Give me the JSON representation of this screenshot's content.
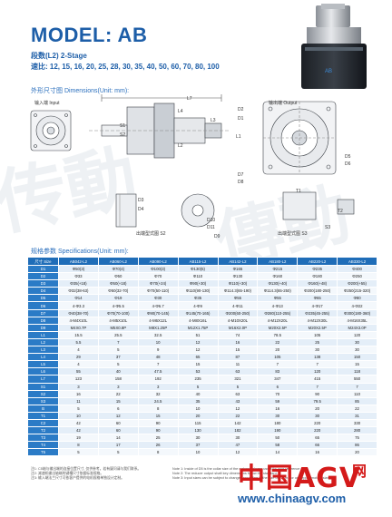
{
  "header": {
    "model_title": "MODEL: AB",
    "stage_line": "段数(L2) 2-Stage",
    "ratio_line": "速比: 12, 15, 16, 20, 25, 28, 30, 35, 40, 50, 60, 70, 80, 100"
  },
  "dimensions": {
    "title": "外形尺寸图 Dimensions(Unit: mm):",
    "input_label": "输入端 Input",
    "output_label": "输出端 Output",
    "labels": [
      "L7",
      "L4",
      "L3",
      "S1",
      "S2",
      "L2",
      "D3",
      "D4",
      "D2",
      "D1",
      "D5",
      "D6",
      "D7",
      "D8",
      "D9",
      "T1",
      "T2",
      "L1",
      "S3",
      "D10",
      "D11"
    ],
    "detail_label_1": "出端型式图 S2",
    "detail_label_2": "出端型式图 S3"
  },
  "specs": {
    "title": "规格参数 Specifications(Unit: mm):",
    "columns": [
      "尺寸 Size",
      "AB042-L2",
      "AB060-L2",
      "AB090-L2",
      "AB115-L2",
      "AB142-L2",
      "AB180-L2",
      "AB220-L2",
      "AB330-L2"
    ],
    "rows": [
      [
        "D1",
        "Φ50(3)",
        "Φ70(4)",
        "Φ100(3)",
        "Φ130(5)",
        "Φ165",
        "Φ215",
        "Φ235",
        "Φ400"
      ],
      [
        "D2",
        "Φ33",
        "Φ50",
        "Φ70",
        "Φ110",
        "Φ130",
        "Φ160",
        "Φ180",
        "Φ250"
      ],
      [
        "D3",
        "Φ35(+18)",
        "Φ50(+18)",
        "Φ70(+24)",
        "Φ90(+30)",
        "Φ110(+30)",
        "Φ130(+40)",
        "Φ160(+48)",
        "Φ200(+55)"
      ],
      [
        "D4",
        "Φ32(38-63)",
        "Φ50(32-70)",
        "Φ70(50-110)",
        "Φ110(90-130)",
        "Φ114.3(65-190)",
        "Φ114.3(65-250)",
        "Φ200(180-250)",
        "Φ250(215-320)"
      ],
      [
        "D5",
        "Φ14",
        "Φ19",
        "Φ30",
        "Φ35",
        "Φ55",
        "Φ55",
        "Φ65",
        "Φ80"
      ],
      [
        "D6",
        "4-Φ3.3",
        "4-Φ5.5",
        "4-Φ6.7",
        "4-Φ9",
        "4-Φ11",
        "4-Φ13",
        "4-Φ17",
        "4-Φ22"
      ],
      [
        "D7",
        "Φ40(38-70)",
        "Φ70(70-100)",
        "Φ90(70-145)",
        "Φ145(70-165)",
        "Φ200(60-250)",
        "Φ280(110-255)",
        "Φ235(45-255)",
        "Φ300(180-360)"
      ],
      [
        "D8",
        "4-M4X10L",
        "4-M5X10L",
        "4-M6X12L",
        "4-M8X16L",
        "4-M10X20L",
        "4-M12X20L",
        "4-M12X30L",
        "4-M16X35L"
      ],
      [
        "D9",
        "M4X0.7P",
        "M5X0.8P",
        "M8X1.25P",
        "M12X1.75P",
        "M16X2.0P",
        "M20X2.5P",
        "M20X2.5P",
        "M24X3.0P"
      ],
      [
        "L1",
        "15.5",
        "25.5",
        "32.5",
        "51",
        "74",
        "78.5",
        "105",
        "120"
      ],
      [
        "L2",
        "5.5",
        "7",
        "10",
        "12",
        "16",
        "22",
        "25",
        "30"
      ],
      [
        "L3",
        "4",
        "5",
        "9",
        "12",
        "15",
        "20",
        "30",
        "30"
      ],
      [
        "L4",
        "29",
        "37",
        "48",
        "65",
        "87",
        "105",
        "138",
        "150"
      ],
      [
        "L5",
        "4",
        "5",
        "7",
        "15",
        "11",
        "7",
        "7",
        "15"
      ],
      [
        "L6",
        "55",
        "40",
        "47.5",
        "53",
        "63",
        "83",
        "120",
        "118"
      ],
      [
        "L7",
        "123",
        "158",
        "192",
        "235",
        "321",
        "347",
        "415",
        "550"
      ],
      [
        "S1",
        "3",
        "3",
        "3",
        "5",
        "5",
        "6",
        "7",
        "7"
      ],
      [
        "S2",
        "16",
        "22",
        "32",
        "40",
        "63",
        "70",
        "90",
        "110"
      ],
      [
        "S3",
        "11",
        "15",
        "24.5",
        "35",
        "43",
        "59",
        "79.5",
        "85"
      ],
      [
        "B",
        "5",
        "6",
        "8",
        "10",
        "12",
        "16",
        "20",
        "22"
      ],
      [
        "T1",
        "10",
        "12",
        "15",
        "20",
        "22",
        "30",
        "30",
        "31"
      ],
      [
        "C2",
        "42",
        "60",
        "90",
        "115",
        "142",
        "180",
        "220",
        "330"
      ],
      [
        "T2",
        "42",
        "60",
        "90",
        "130",
        "182",
        "190",
        "220",
        "280"
      ],
      [
        "T3",
        "19",
        "14",
        "25",
        "30",
        "30",
        "50",
        "65",
        "75"
      ],
      [
        "T4",
        "8",
        "17",
        "26",
        "37",
        "47",
        "58",
        "66",
        "86"
      ],
      [
        "T5",
        "5",
        "5",
        "8",
        "10",
        "12",
        "14",
        "16",
        "20"
      ]
    ]
  },
  "notes": {
    "left": [
      "注1: C5轴与输出端的连接位置尺寸, 仅供参考。若有疑问请与我们联系。",
      "注2: 减速机输出轴端的键槽尺寸依据标准规格。",
      "注3: 输入端法兰尺寸可依客户提供的电机规格单独设计定制。"
    ],
    "right": [
      "Note 1: Inside of D5 is the collar size of the reducer, please use it for your reference only.",
      "Note 2: The reducer output shaft key dimensions follow the standard.",
      "Note 3: Input sizes can be subject to changes according to the size of the motor or stepper motors sizes."
    ]
  },
  "watermark": {
    "logo_text": "中国AGV",
    "logo_suffix": "网",
    "url": "www.chinaagv.com"
  }
}
